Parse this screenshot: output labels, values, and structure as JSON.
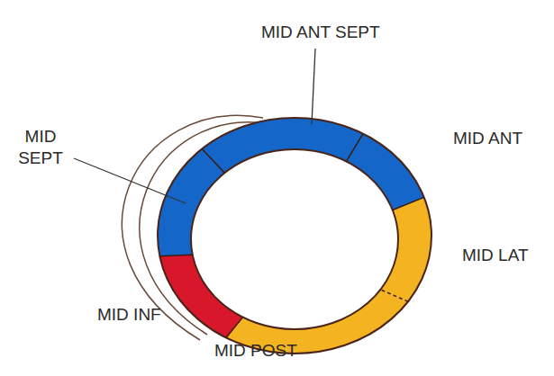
{
  "diagram": {
    "labels": [
      "MID ANT SEPT",
      "MID SEPT",
      "MID ANT",
      "MID LAT",
      "MID INF",
      "MID POST"
    ]
  }
}
